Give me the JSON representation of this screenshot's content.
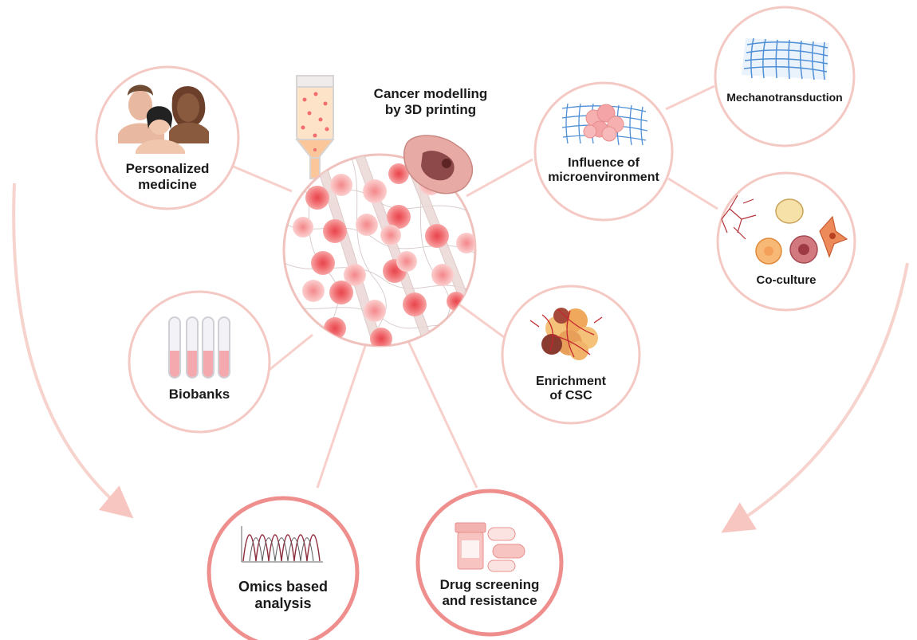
{
  "title": {
    "line1": "Cancer modelling",
    "line2": "by 3D printing"
  },
  "nodes": {
    "personalized": {
      "line1": "Personalized",
      "line2": "medicine",
      "icon": "people-faces-icon"
    },
    "biobanks": {
      "line1": "Biobanks",
      "icon": "test-tubes-icon"
    },
    "omics": {
      "line1": "Omics based",
      "line2": "analysis",
      "icon": "chromatogram-icon"
    },
    "drug": {
      "line1": "Drug screening",
      "line2": "and resistance",
      "icon": "pill-bottle-icon"
    },
    "csc": {
      "line1": "Enrichment",
      "line2": "of CSC",
      "icon": "tumor-spheroid-icon"
    },
    "microenv": {
      "line1": "Influence of",
      "line2": "microenvironment",
      "icon": "cell-cluster-mesh-icon"
    },
    "mechano": {
      "line1": "Mechanotransduction",
      "icon": "mesh-scaffold-icon"
    },
    "coculture": {
      "line1": "Co-culture",
      "icon": "mixed-cells-icon"
    }
  },
  "colors": {
    "ring": "#f4c9c4",
    "ring_bold": "#ef8f8d",
    "connector": "#f7d0cb",
    "cell_fill": "#f27b7e",
    "cell_core": "#e8454d",
    "fiber": "#c9b8b8"
  }
}
